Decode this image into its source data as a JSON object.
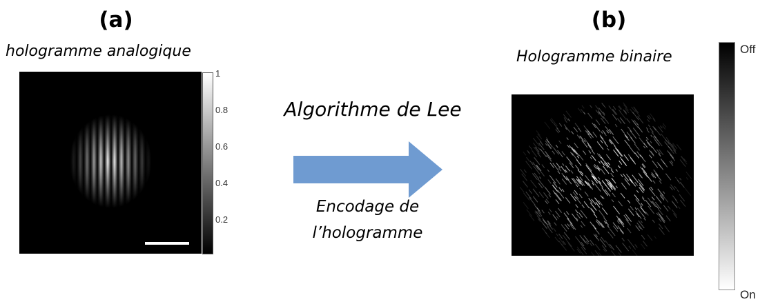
{
  "panel_a": {
    "letter": "(a)",
    "title": "hologramme analogique",
    "colorbar_ticks": [
      "1",
      "0.8",
      "0.6",
      "0.4",
      "0.2"
    ]
  },
  "panel_b": {
    "letter": "(b)",
    "title": "Hologramme binaire",
    "colorbar_top": "Off",
    "colorbar_bottom": "On"
  },
  "transform": {
    "algorithm_label": "Algorithme de Lee",
    "encoding_line1": "Encodage de",
    "encoding_line2": "l’hologramme",
    "arrow_color": "#6f9bd1"
  }
}
